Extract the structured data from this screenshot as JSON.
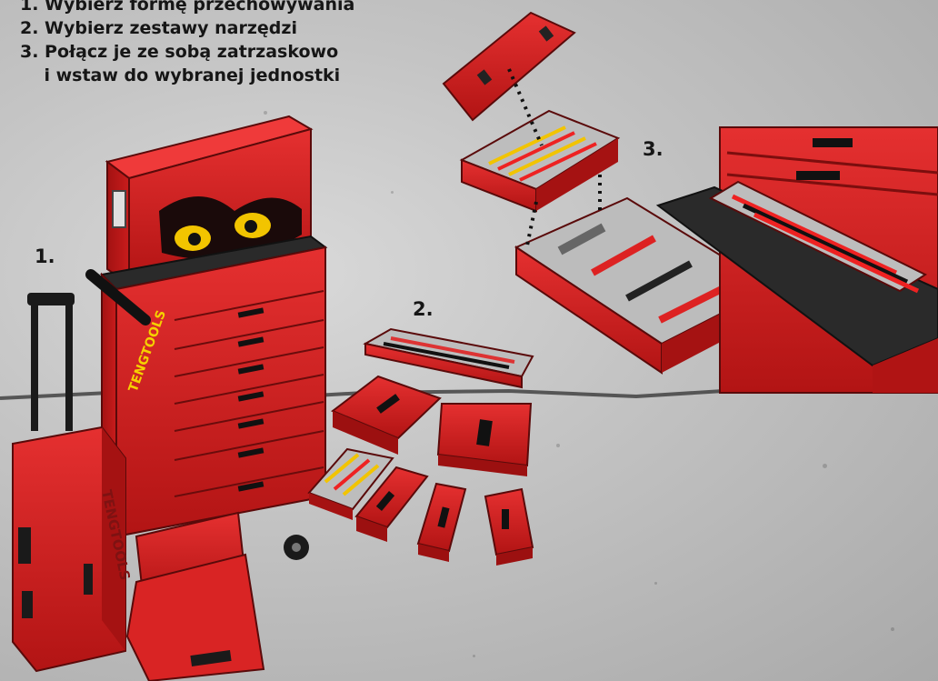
{
  "instructions": {
    "line1": "1. Wybierz formę przechowywania",
    "line2": "2. Wybierz zestawy narzędzi",
    "line3a": "3. Połącz je ze sobą zatrzaskowo",
    "line3b": "    i wstaw do wybranej jednostki"
  },
  "steps": {
    "step1": "1.",
    "step2": "2.",
    "step3": "3."
  },
  "brand": {
    "logo_text": "TENGTOOLS",
    "case_text": "TENGTOOLS"
  },
  "colors": {
    "red": "#d01f1f",
    "dark_red": "#8e1010",
    "background": "#c4c4c4",
    "text": "#161616"
  }
}
